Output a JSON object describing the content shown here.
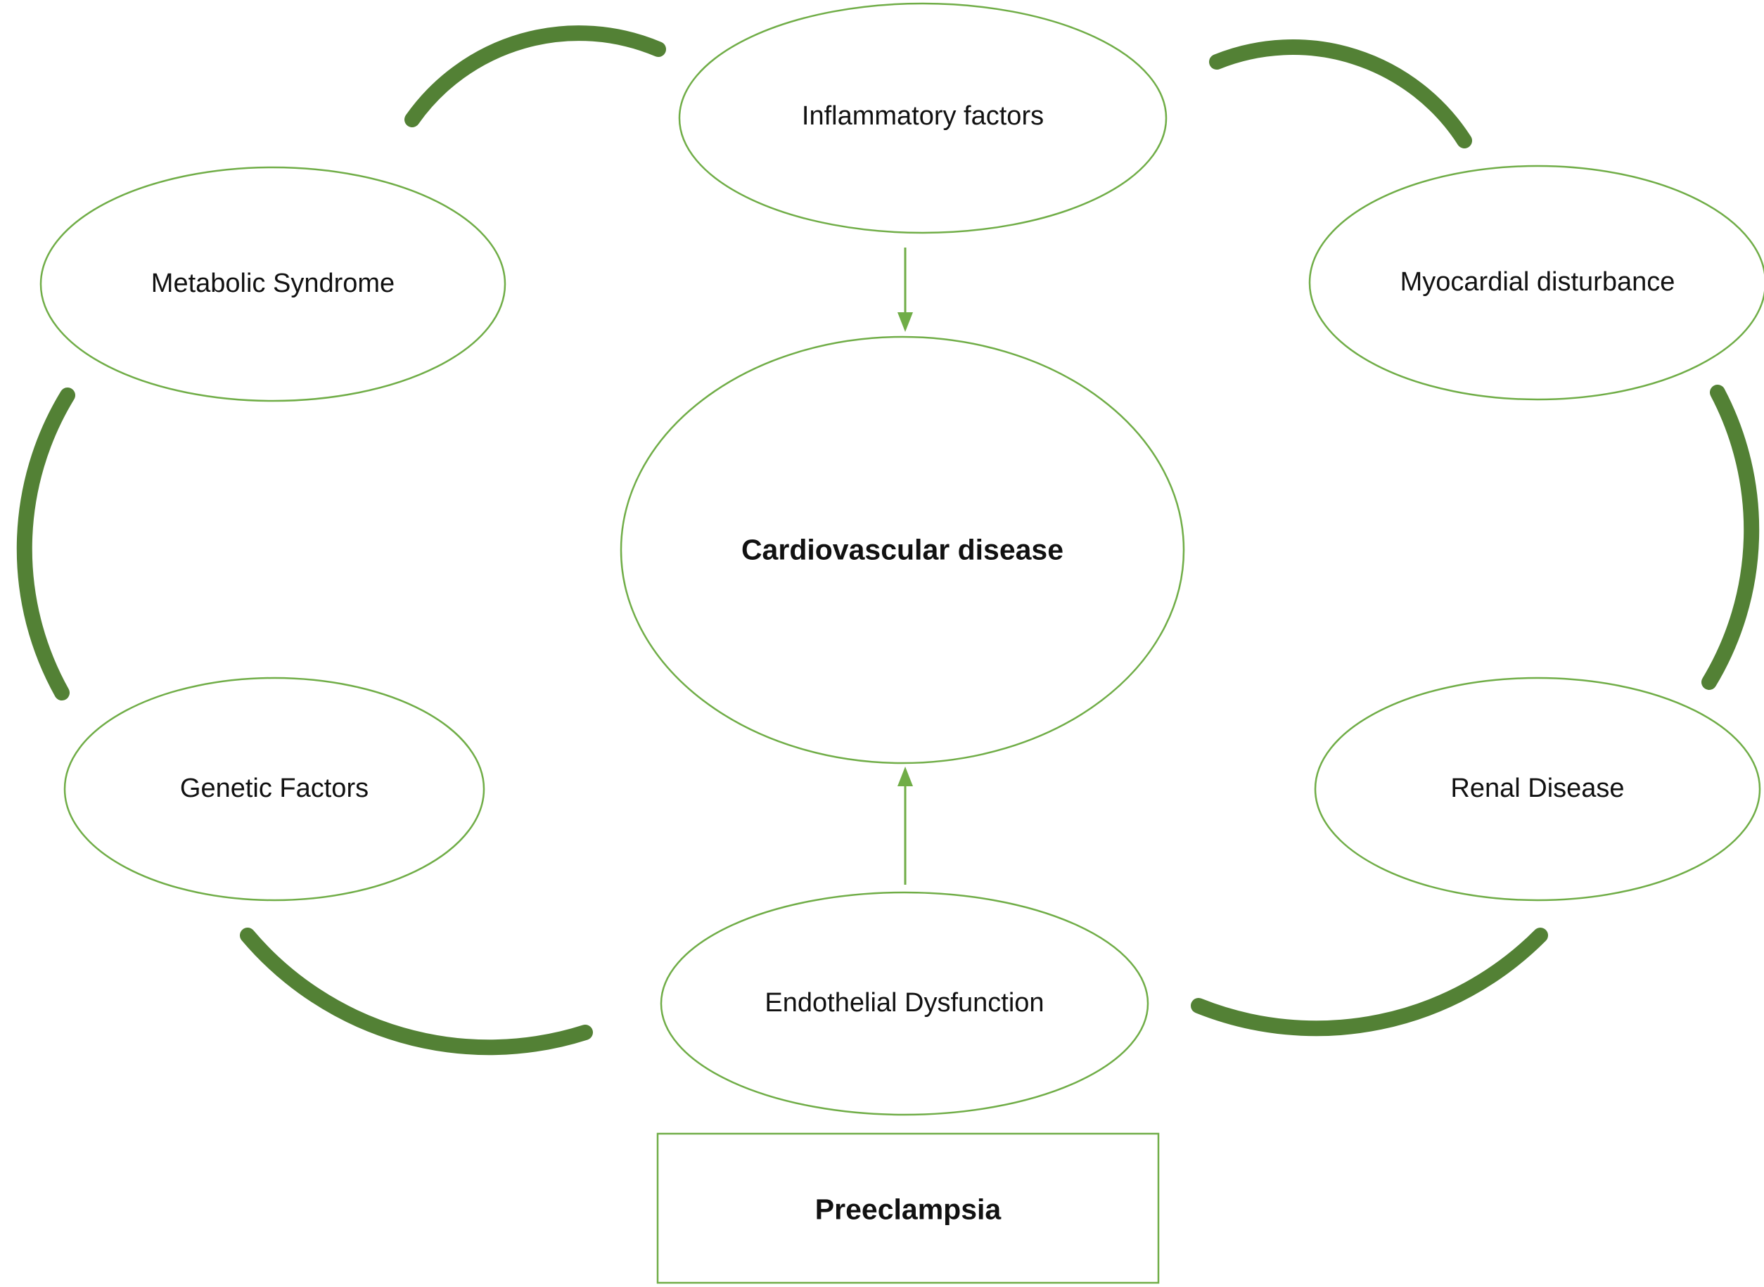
{
  "diagram": {
    "title_center": {
      "label": "Cardiovascular disease"
    },
    "top": {
      "label": "Inflammatory factors"
    },
    "top_left": {
      "label": "Metabolic Syndrome"
    },
    "top_right": {
      "label": "Myocardial disturbance"
    },
    "left": {
      "label": "Genetic Factors"
    },
    "right": {
      "label": "Renal Disease"
    },
    "bottom": {
      "label": "Endothelial Dysfunction"
    },
    "box": {
      "label": "Preeclampsia"
    }
  },
  "colors": {
    "ellipse_stroke": "#70ad47",
    "arc": "#538135",
    "arrow": "#70ad47",
    "box_border": "#70ad47"
  }
}
